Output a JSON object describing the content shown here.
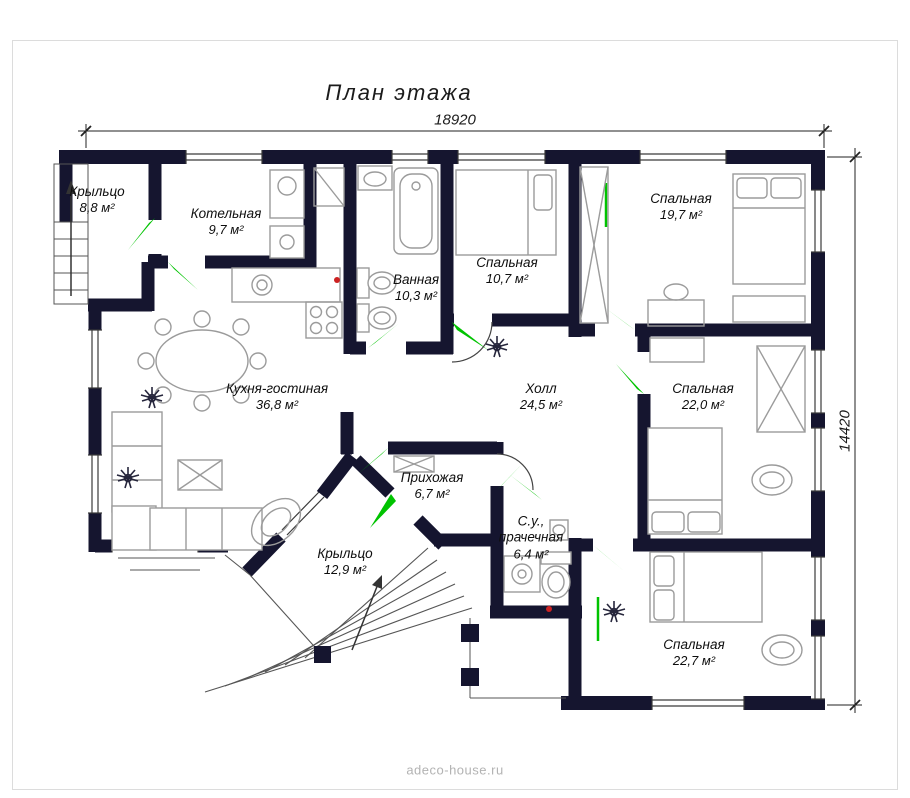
{
  "page": {
    "title": "План этажа",
    "watermark": "adeco-house.ru"
  },
  "dimensions": {
    "width_label": "18920",
    "height_label": "14420"
  },
  "rooms": [
    {
      "id": "porch-top",
      "name": "Крыльцо",
      "area": "8,8 м²"
    },
    {
      "id": "boiler-room",
      "name": "Котельная",
      "area": "9,7 м²"
    },
    {
      "id": "bathroom",
      "name": "Ванная",
      "area": "10,3 м²"
    },
    {
      "id": "bedroom-1",
      "name": "Спальная",
      "area": "10,7 м²"
    },
    {
      "id": "bedroom-2",
      "name": "Спальная",
      "area": "19,7 м²"
    },
    {
      "id": "kitchen-living",
      "name": "Кухня-гостиная",
      "area": "36,8 м²"
    },
    {
      "id": "hall",
      "name": "Холл",
      "area": "24,5 м²"
    },
    {
      "id": "bedroom-3",
      "name": "Спальная",
      "area": "22,0 м²"
    },
    {
      "id": "entry",
      "name": "Прихожая",
      "area": "6,7 м²"
    },
    {
      "id": "porch-bottom",
      "name": "Крыльцо",
      "area": "12,9 м²"
    },
    {
      "id": "laundry",
      "name": "С.у.,\nпрачечная",
      "area": "6,4 м²"
    },
    {
      "id": "bedroom-4",
      "name": "Спальная",
      "area": "22,7 м²"
    }
  ],
  "colors": {
    "wall": "#15152f",
    "door": "#00c300",
    "furniture": "#9b9b9b",
    "dimension": "#222222",
    "watermark": "#b3b3b3",
    "marker": "#cc2222"
  }
}
